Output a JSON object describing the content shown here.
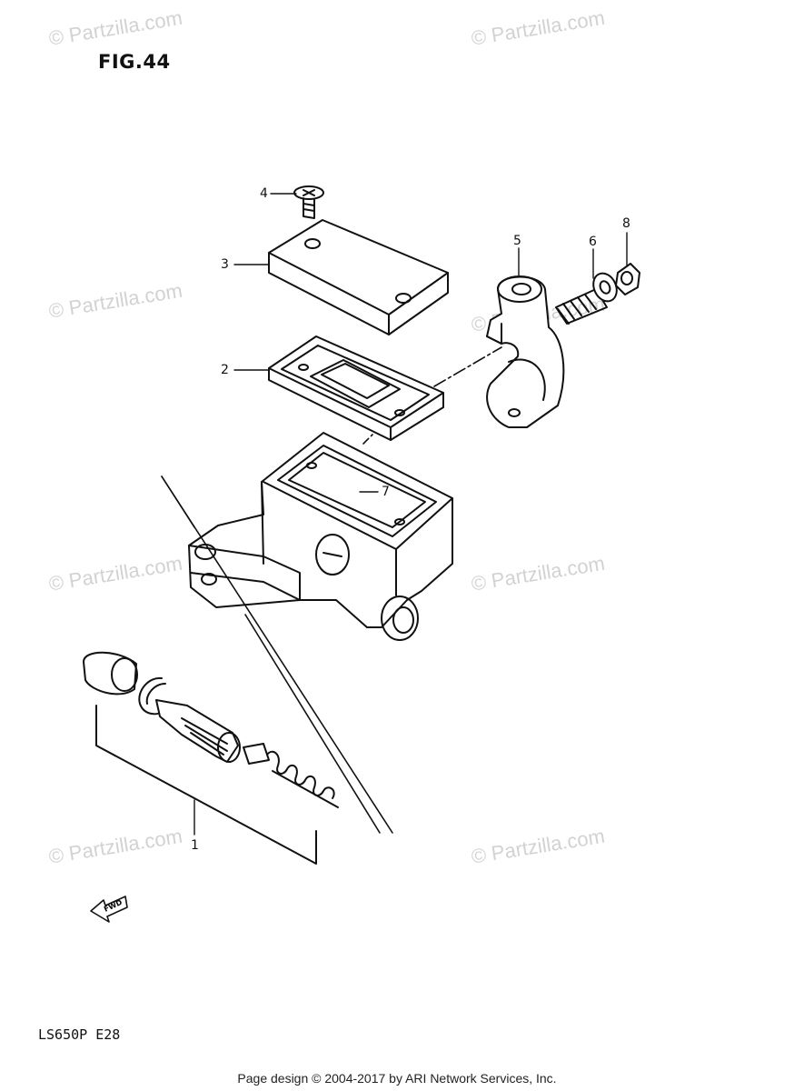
{
  "figure": {
    "title": "FIG.44",
    "model": "LS650P  E28"
  },
  "callouts": [
    "1",
    "2",
    "3",
    "4",
    "5",
    "6",
    "7",
    "8"
  ],
  "watermark": "© Partzilla.com",
  "fwd_label": "FWD",
  "footer": "Page design © 2004-2017 by ARI Network Services, Inc."
}
